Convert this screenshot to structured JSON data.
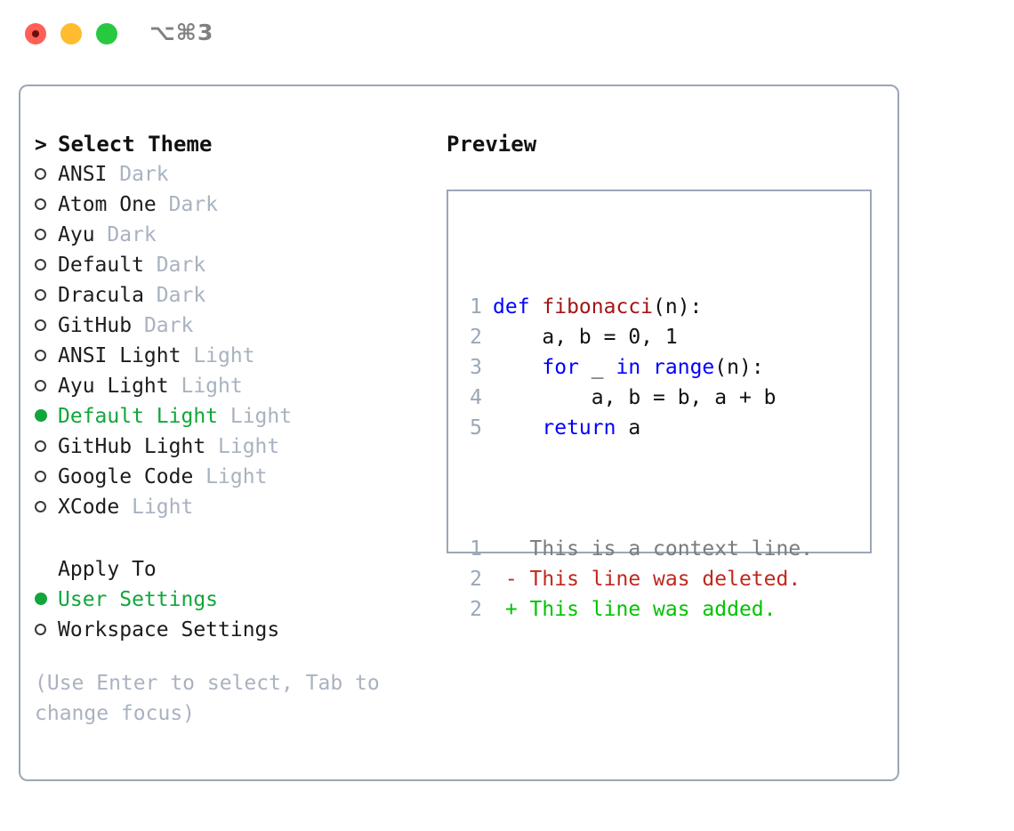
{
  "titlebar": {
    "lights": [
      "close-red",
      "minimize-yellow",
      "maximize-green"
    ],
    "shortcut": "⌥⌘3"
  },
  "theme_picker": {
    "heading": "Select Theme",
    "heading_prefix": ">",
    "items": [
      {
        "name": "ANSI",
        "variant": "Dark",
        "selected": false
      },
      {
        "name": "Atom One",
        "variant": "Dark",
        "selected": false
      },
      {
        "name": "Ayu",
        "variant": "Dark",
        "selected": false
      },
      {
        "name": "Default",
        "variant": "Dark",
        "selected": false
      },
      {
        "name": "Dracula",
        "variant": "Dark",
        "selected": false
      },
      {
        "name": "GitHub",
        "variant": "Dark",
        "selected": false
      },
      {
        "name": "ANSI Light",
        "variant": "Light",
        "selected": false
      },
      {
        "name": "Ayu Light",
        "variant": "Light",
        "selected": false
      },
      {
        "name": "Default Light",
        "variant": "Light",
        "selected": true
      },
      {
        "name": "GitHub Light",
        "variant": "Light",
        "selected": false
      },
      {
        "name": "Google Code",
        "variant": "Light",
        "selected": false
      },
      {
        "name": "XCode",
        "variant": "Light",
        "selected": false
      }
    ]
  },
  "apply_to": {
    "title": "Apply To",
    "options": [
      {
        "label": "User Settings",
        "selected": true
      },
      {
        "label": "Workspace Settings",
        "selected": false
      }
    ]
  },
  "hint": "(Use Enter to select, Tab to change focus)",
  "preview": {
    "title": "Preview",
    "code_lines": [
      {
        "number": "1",
        "tokens": [
          {
            "t": "def ",
            "c": "kw"
          },
          {
            "t": "fibonacci",
            "c": "fn"
          },
          {
            "t": "(n):",
            "c": "plain"
          }
        ]
      },
      {
        "number": "2",
        "tokens": [
          {
            "t": "    a, b = 0, 1",
            "c": "plain"
          }
        ]
      },
      {
        "number": "3",
        "tokens": [
          {
            "t": "    ",
            "c": "plain"
          },
          {
            "t": "for",
            "c": "kw"
          },
          {
            "t": " _ ",
            "c": "plain"
          },
          {
            "t": "in",
            "c": "kw"
          },
          {
            "t": " ",
            "c": "plain"
          },
          {
            "t": "range",
            "c": "kw"
          },
          {
            "t": "(n):",
            "c": "plain"
          }
        ]
      },
      {
        "number": "4",
        "tokens": [
          {
            "t": "        a, b = b, a + b",
            "c": "plain"
          }
        ]
      },
      {
        "number": "5",
        "tokens": [
          {
            "t": "    ",
            "c": "plain"
          },
          {
            "t": "return",
            "c": "kw"
          },
          {
            "t": " a",
            "c": "plain"
          }
        ]
      }
    ],
    "diff_lines": [
      {
        "number": "1",
        "sign": " ",
        "text": "This is a context line.",
        "kind": "d-ctx"
      },
      {
        "number": "2",
        "sign": "-",
        "text": "This line was deleted.",
        "kind": "d-del"
      },
      {
        "number": "2",
        "sign": "+",
        "text": "This line was added.",
        "kind": "d-add"
      }
    ]
  },
  "colors": {
    "accent_green": "#11a63a",
    "border": "#9aa7b6",
    "muted": "#a8b2c0",
    "keyword_blue": "#0000ff",
    "function_red": "#a31515",
    "diff_add": "#00c400",
    "diff_del": "#c0281e",
    "light_red": "#ff5f57",
    "light_yellow": "#febc2e",
    "light_green": "#28c840"
  }
}
